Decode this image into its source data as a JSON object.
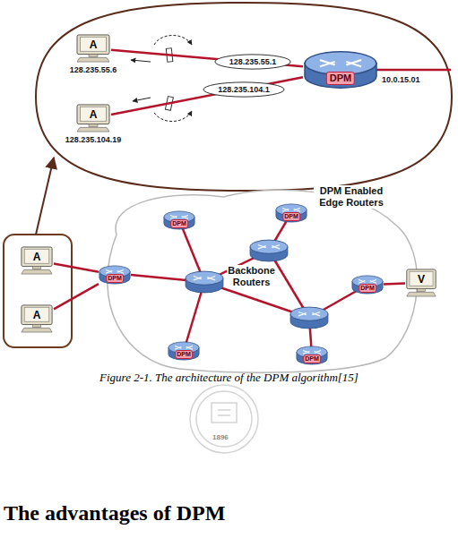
{
  "diagram": {
    "title": "The advantages of DPM",
    "caption": "Figure 2-1. The architecture of the DPM algorithm[15]",
    "nodes": [
      {
        "text": [
          "A",
          "128.235.55.6"
        ]
      },
      {
        "text": [
          "A",
          "128.235.104.19"
        ]
      },
      {
        "text": [
          "DPM"
        ]
      },
      {
        "text": [
          "128.235.55.1"
        ]
      },
      {
        "text": [
          "128.235.104.1"
        ]
      },
      {
        "text": [
          "A"
        ]
      },
      {
        "text": [
          "A"
        ]
      },
      {
        "text": [
          "DPM"
        ]
      },
      {
        "text": [
          "DPM"
        ]
      },
      {
        "text": [
          "DPM"
        ]
      },
      {
        "text": [
          "DPM"
        ]
      },
      {
        "text": [
          "DPM"
        ]
      },
      {
        "text": [
          "DPM"
        ]
      },
      {
        "text": [
          "V"
        ]
      }
    ],
    "edges": [
      {
        "from": 0,
        "to": 2,
        "arrow": "none"
      },
      {
        "from": 1,
        "to": 2,
        "arrow": "none"
      },
      {
        "from": 5,
        "to": 7,
        "arrow": "none"
      },
      {
        "from": 6,
        "to": 7,
        "arrow": "none"
      },
      {
        "from": 10,
        "to": 13,
        "arrow": "none"
      }
    ],
    "labels": [
      "10.0.15.01",
      "DPM Enabled Edge Routers",
      "Backbone Routers",
      "1896"
    ]
  }
}
